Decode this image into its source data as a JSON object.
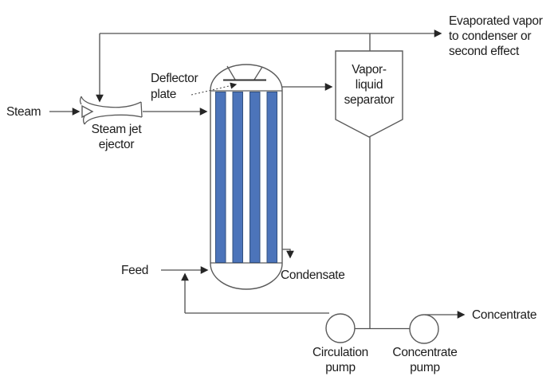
{
  "figure": {
    "kind": "process-flow-diagram",
    "subject": "forced-circulation evaporator with steam jet ejector"
  },
  "labels": {
    "steam": "Steam",
    "ejector": [
      "Steam jet",
      "ejector"
    ],
    "deflector": [
      "Deflector",
      "plate"
    ],
    "separator": [
      "Vapor-",
      "liquid",
      "separator"
    ],
    "evaporated": [
      "Evaporated vapor",
      "to condenser or",
      "second effect"
    ],
    "feed": "Feed",
    "condensate": "Condensate",
    "circulation_pump": [
      "Circulation",
      "pump"
    ],
    "concentrate_pump": [
      "Concentrate",
      "pump"
    ],
    "concentrate": "Concentrate"
  },
  "colors": {
    "background": "#ffffff",
    "line": "#4f4f4f",
    "arrow": "#262626",
    "shape_outline": "#5a5a5a",
    "tube_blue": "#4c74ba",
    "tube_edge": "#33507e",
    "text": "#1c1c1c"
  }
}
